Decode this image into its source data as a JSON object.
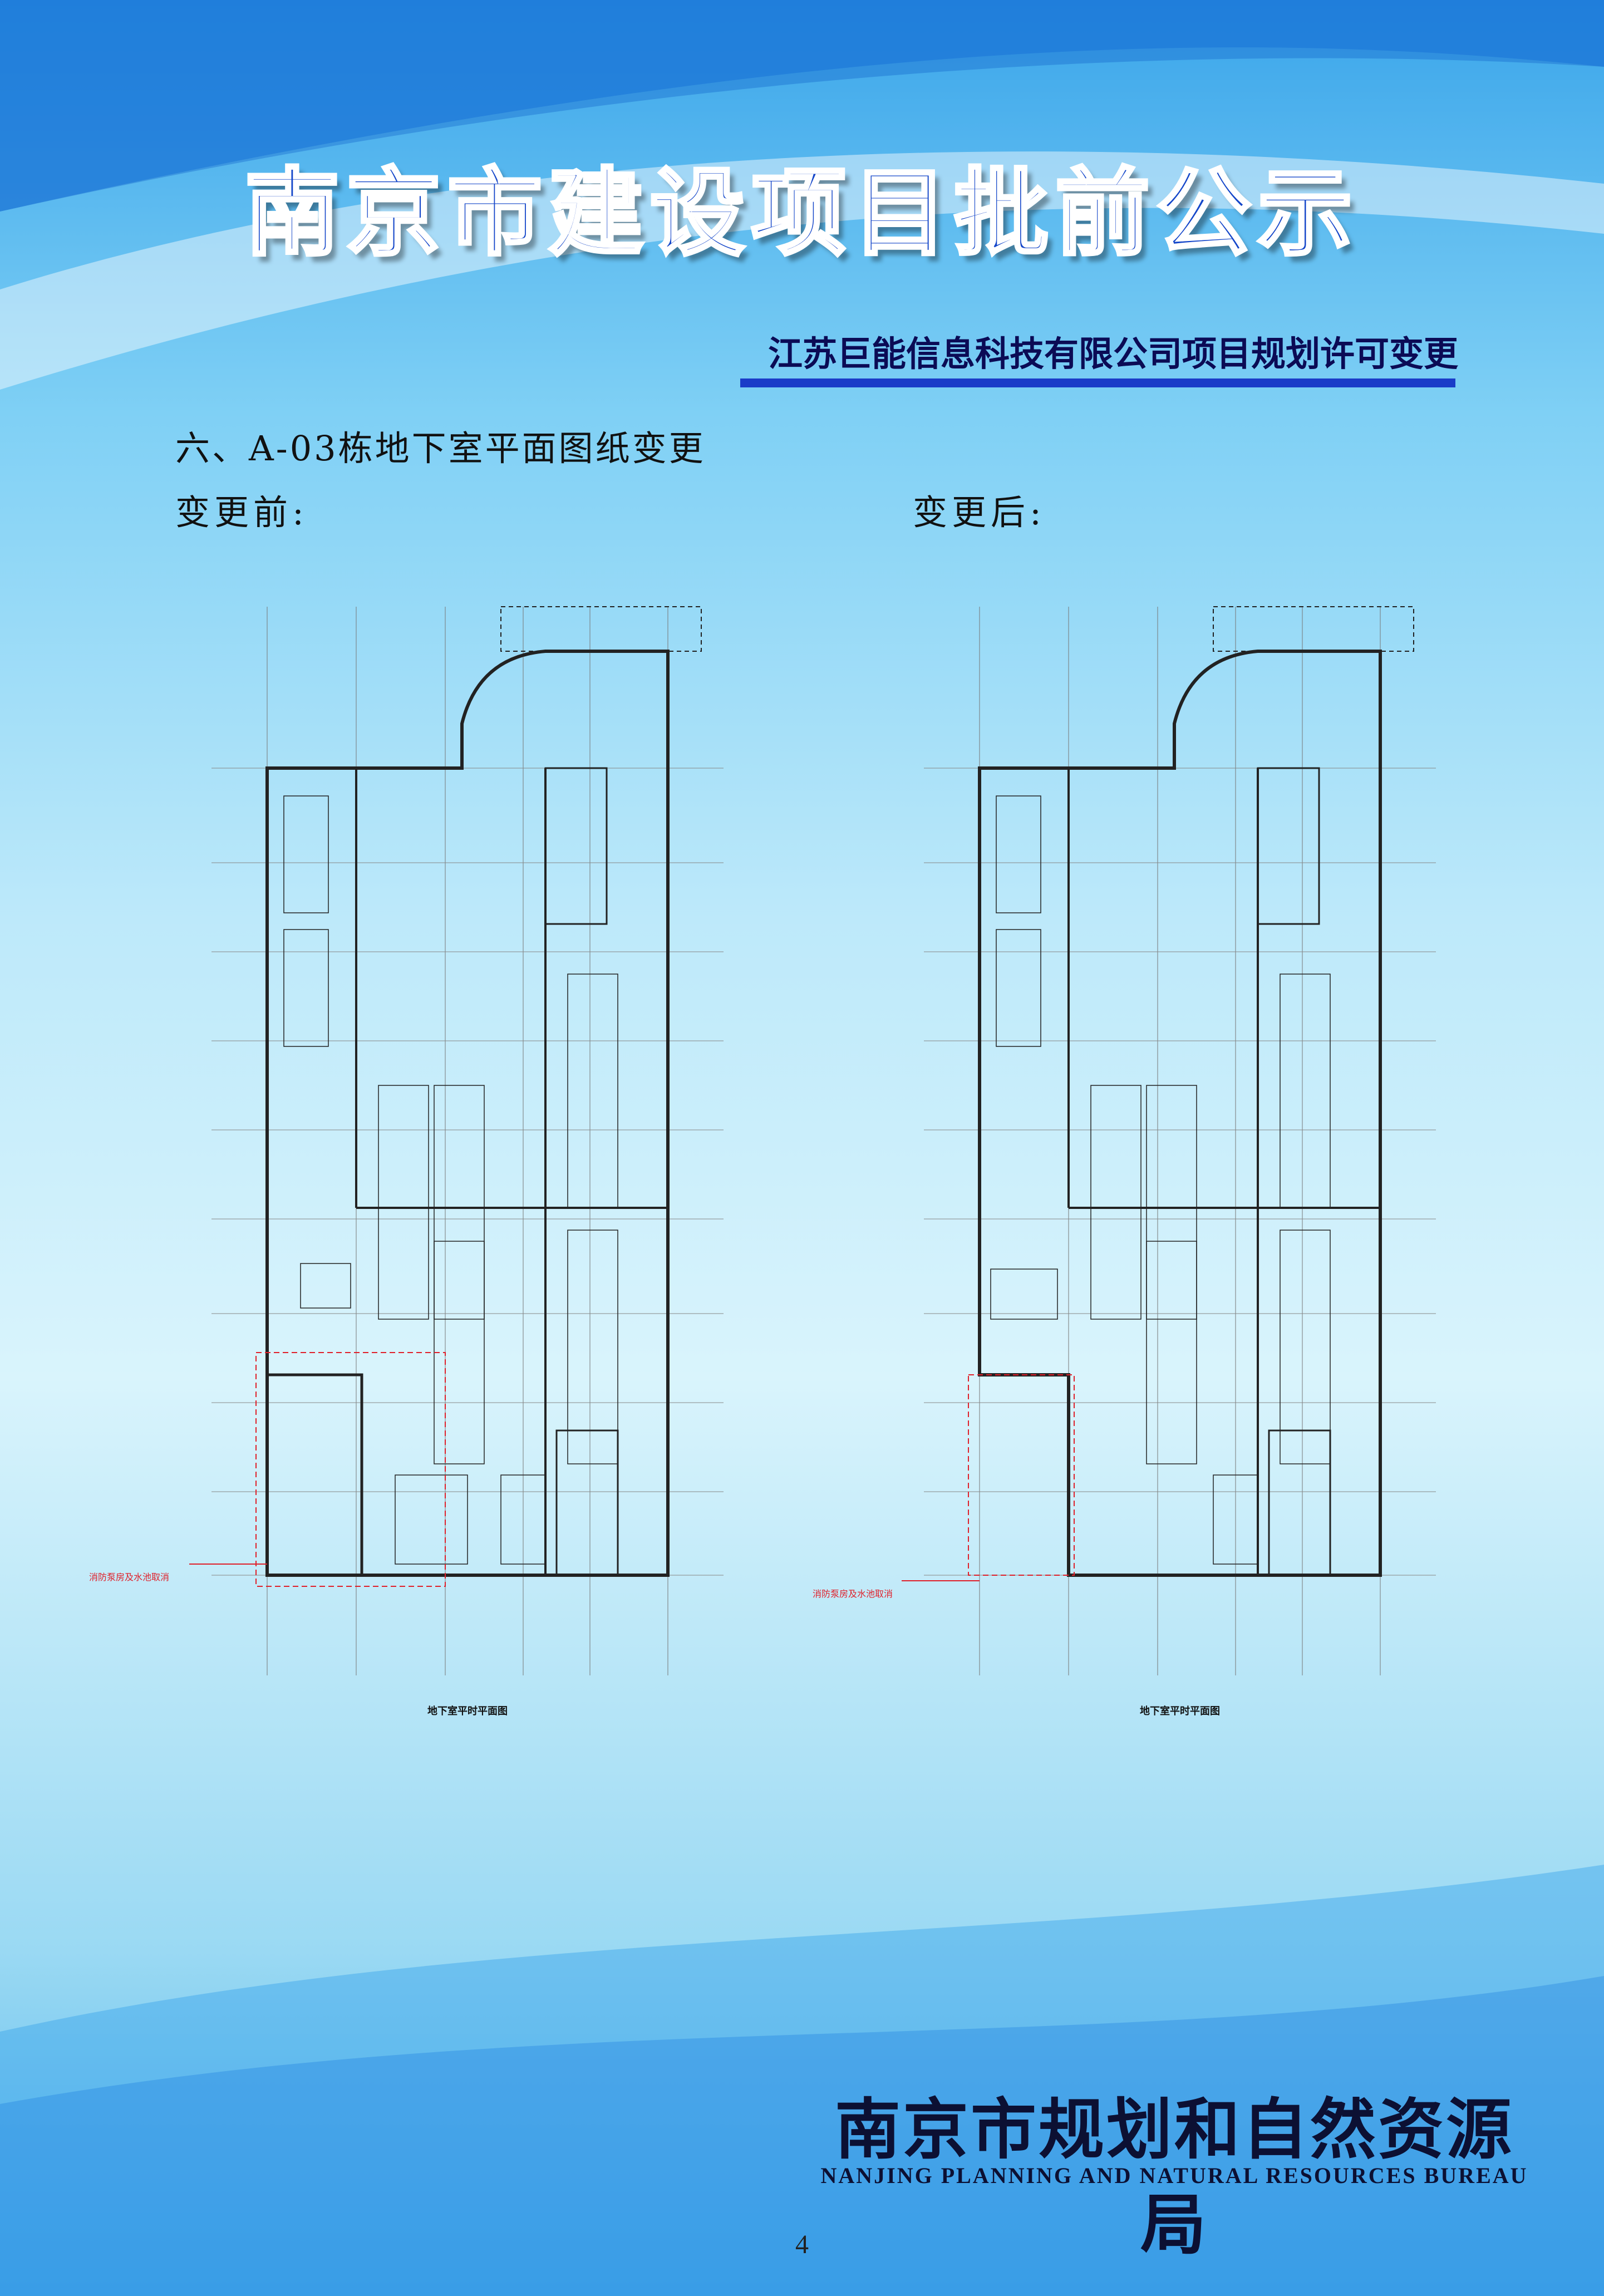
{
  "header": {
    "title": "南京市建设项目批前公示",
    "subtitle": "江苏巨能信息科技有限公司项目规划许可变更"
  },
  "section": {
    "heading": "六、A-03栋地下室平面图纸变更",
    "before_label": "变更前:",
    "after_label": "变更后:"
  },
  "drawings": {
    "before": {
      "title": "地下室平时平面图",
      "red_note": "消防泵房及水池取消"
    },
    "after": {
      "title": "地下室平时平面图",
      "red_note": "消防泵房及水池取消"
    }
  },
  "footer": {
    "bureau_cn": "南京市规划和自然资源局",
    "bureau_en": "NANJING PLANNING AND NATURAL RESOURCES BUREAU",
    "page_number": "4"
  },
  "colors": {
    "title_blue": "#1446c9",
    "bar_blue": "#1a3cc8",
    "note_red": "#e0202a"
  }
}
